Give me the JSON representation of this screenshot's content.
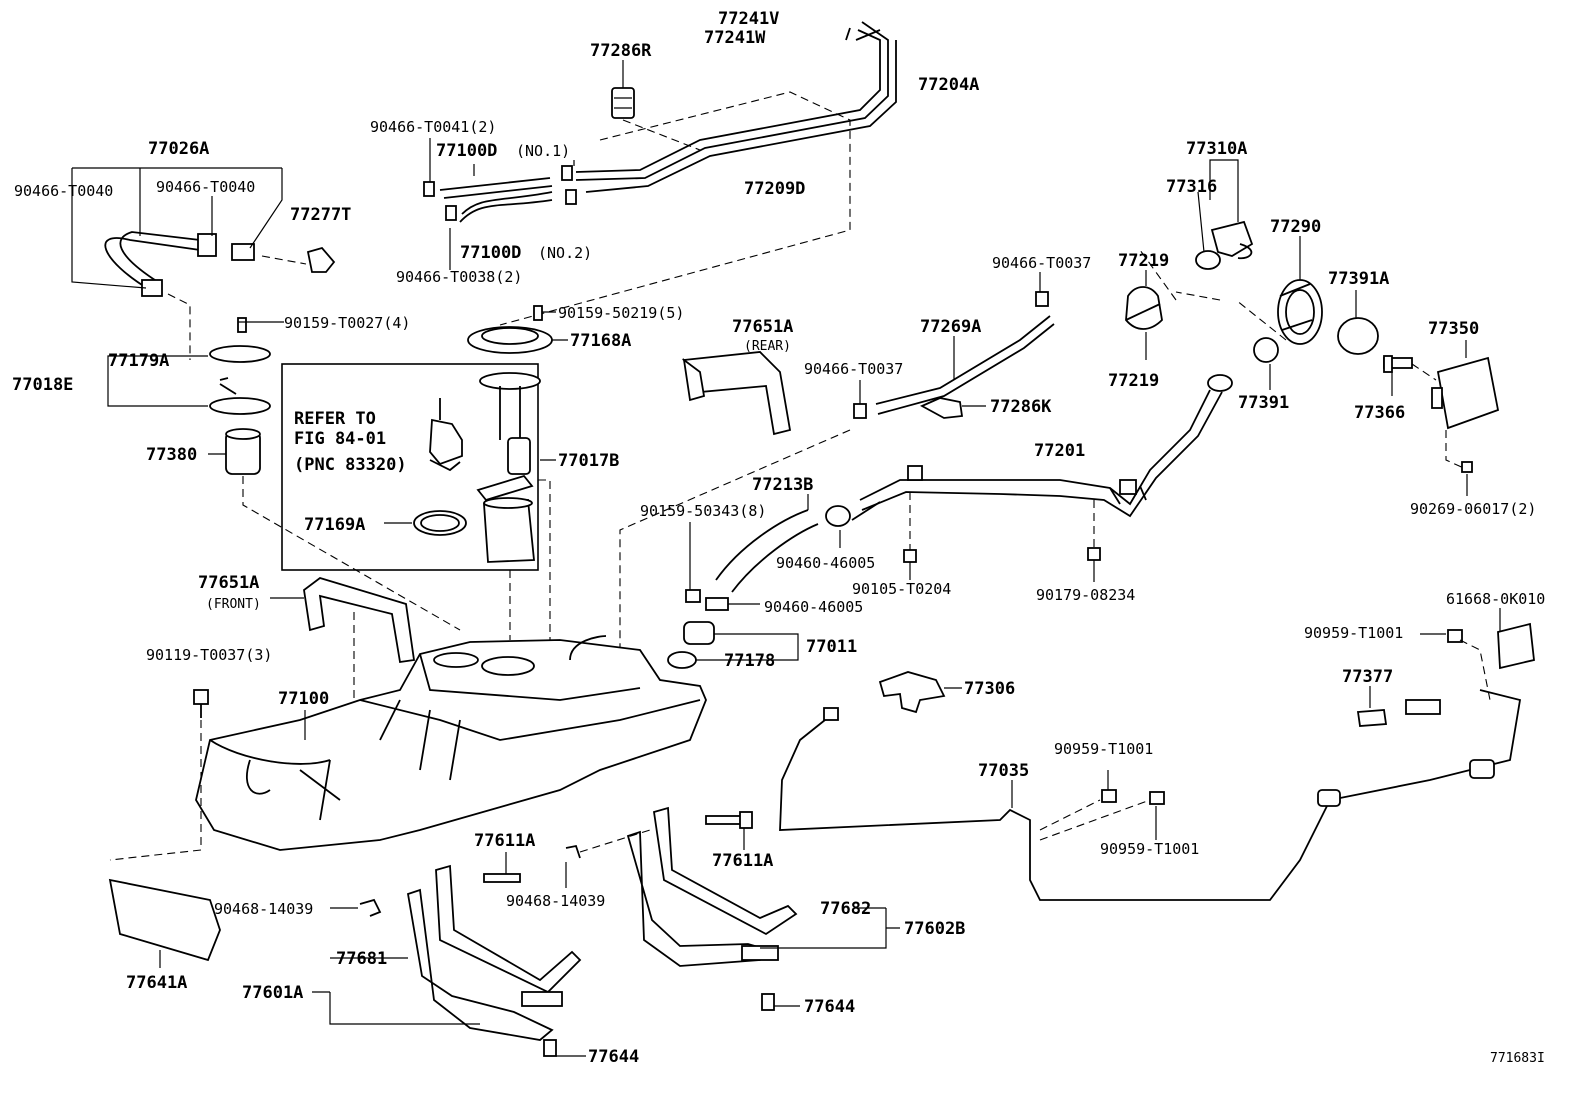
{
  "diagram": {
    "labels": {
      "p77241V": "77241V",
      "p77241W": "77241W",
      "p77286R": "77286R",
      "p77204A": "77204A",
      "p90466T0041": "90466-T0041(2)",
      "p77100D1": "77100D",
      "p77100D1note": "(NO.1)",
      "p77209D": "77209D",
      "p77100D2": "77100D",
      "p77100D2note": "(NO.2)",
      "p90466T0038": "90466-T0038(2)",
      "p77026A": "77026A",
      "p90466T0040a": "90466-T0040",
      "p90466T0040b": "90466-T0040",
      "p77277T": "77277T",
      "p90159T0027": "90159-T0027(4)",
      "p77179A": "77179A",
      "p77018E": "77018E",
      "p77380": "77380",
      "p90159_50219": "90159-50219(5)",
      "p77168A": "77168A",
      "refer1": "REFER TO",
      "refer2": "FIG 84-01",
      "refer3": "(PNC 83320)",
      "p77017B": "77017B",
      "p77169A": "77169A",
      "p77651Arear": "77651A",
      "p77651ArearNote": "(REAR)",
      "p77651Afront": "77651A",
      "p77651AfrontNote": "(FRONT)",
      "p90466T0037a": "90466-T0037",
      "p77269A": "77269A",
      "p90466T0037b": "90466-T0037",
      "p77286K": "77286K",
      "p77310A": "77310A",
      "p77316": "77316",
      "p77219a": "77219",
      "p77219b": "77219",
      "p77290": "77290",
      "p77391A": "77391A",
      "p77391": "77391",
      "p77350": "77350",
      "p77366": "77366",
      "p90269_06017": "90269-06017(2)",
      "p77201": "77201",
      "p77213B": "77213B",
      "p90159_50343": "90159-50343(8)",
      "p90460_46005a": "90460-46005",
      "p90105T0204": "90105-T0204",
      "p90179_08234": "90179-08234",
      "p90460_46005b": "90460-46005",
      "p77011": "77011",
      "p77178": "77178",
      "p90119T0037": "90119-T0037(3)",
      "p77100": "77100",
      "p77306": "77306",
      "p61668": "61668-0K010",
      "p90959T1001a": "90959-T1001",
      "p77377": "77377",
      "p77035": "77035",
      "p90959T1001b": "90959-T1001",
      "p90959T1001c": "90959-T1001",
      "p77611Aa": "77611A",
      "p77611Ab": "77611A",
      "p90468_14039a": "90468-14039",
      "p90468_14039b": "90468-14039",
      "p77682": "77682",
      "p77602B": "77602B",
      "p77681": "77681",
      "p77601A": "77601A",
      "p77641A": "77641A",
      "p77644a": "77644",
      "p77644b": "77644",
      "figId": "771683I"
    }
  }
}
